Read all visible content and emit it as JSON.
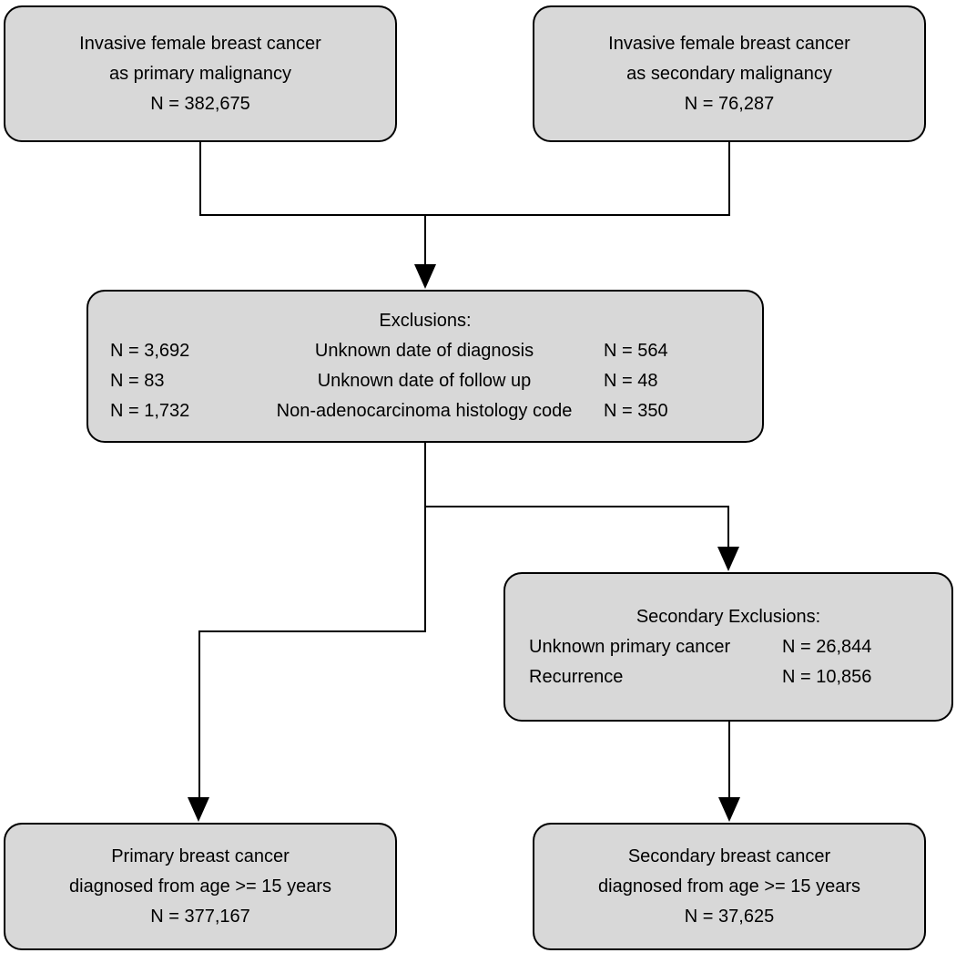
{
  "colors": {
    "background": "#ffffff",
    "box_fill": "#d8d8d8",
    "box_border": "#000000",
    "connector": "#000000"
  },
  "boxes": {
    "primary_source": {
      "lines": [
        "Invasive female breast cancer",
        "as primary malignancy",
        "N = 382,675"
      ]
    },
    "secondary_source": {
      "lines": [
        "Invasive female breast cancer",
        "as secondary malignancy",
        "N = 76,287"
      ]
    },
    "exclusions": {
      "title": "Exclusions:",
      "rows": [
        {
          "left_n": "N = 3,692",
          "label": "Unknown date of diagnosis",
          "right_n": "N = 564"
        },
        {
          "left_n": "N = 83",
          "label": "Unknown date of follow up",
          "right_n": "N = 48"
        },
        {
          "left_n": "N = 1,732",
          "label": "Non-adenocarcinoma histology code",
          "right_n": "N = 350"
        }
      ]
    },
    "secondary_exclusions": {
      "title": "Secondary Exclusions:",
      "rows": [
        {
          "label": "Unknown primary cancer",
          "value": "N = 26,844"
        },
        {
          "label": "Recurrence",
          "value": "N = 10,856"
        }
      ]
    },
    "primary_final": {
      "lines": [
        "Primary breast cancer",
        "diagnosed from age >= 15 years",
        "N = 377,167"
      ]
    },
    "secondary_final": {
      "lines": [
        "Secondary breast cancer",
        "diagnosed from age >= 15 years",
        "N = 37,625"
      ]
    }
  }
}
